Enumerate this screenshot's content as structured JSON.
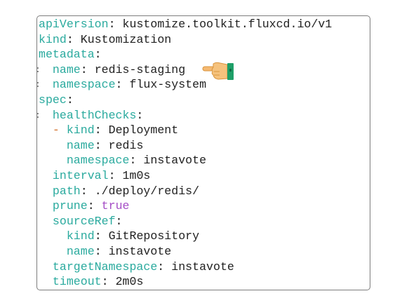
{
  "lines": [
    {
      "indent": "",
      "dash": "",
      "key": "apiVersion",
      "value": "kustomize.toolkit.fluxcd.io/v1",
      "value_type": "str"
    },
    {
      "indent": "",
      "dash": "",
      "key": "kind",
      "value": "Kustomization",
      "value_type": "str"
    },
    {
      "indent": "",
      "dash": "",
      "key": "metadata",
      "value": "",
      "value_type": "str"
    },
    {
      "indent": "  ",
      "dash": "",
      "key": "name",
      "value": "redis-staging",
      "value_type": "str"
    },
    {
      "indent": "  ",
      "dash": "",
      "key": "namespace",
      "value": "flux-system",
      "value_type": "str"
    },
    {
      "indent": "",
      "dash": "",
      "key": "spec",
      "value": "",
      "value_type": "str"
    },
    {
      "indent": "  ",
      "dash": "",
      "key": "healthChecks",
      "value": "",
      "value_type": "str"
    },
    {
      "indent": "  ",
      "dash": "- ",
      "key": "kind",
      "value": "Deployment",
      "value_type": "str"
    },
    {
      "indent": "    ",
      "dash": "",
      "key": "name",
      "value": "redis",
      "value_type": "str"
    },
    {
      "indent": "    ",
      "dash": "",
      "key": "namespace",
      "value": "instavote",
      "value_type": "str"
    },
    {
      "indent": "  ",
      "dash": "",
      "key": "interval",
      "value": "1m0s",
      "value_type": "str"
    },
    {
      "indent": "  ",
      "dash": "",
      "key": "path",
      "value": "./deploy/redis/",
      "value_type": "str"
    },
    {
      "indent": "  ",
      "dash": "",
      "key": "prune",
      "value": "true",
      "value_type": "bool"
    },
    {
      "indent": "  ",
      "dash": "",
      "key": "sourceRef",
      "value": "",
      "value_type": "str"
    },
    {
      "indent": "    ",
      "dash": "",
      "key": "kind",
      "value": "GitRepository",
      "value_type": "str"
    },
    {
      "indent": "    ",
      "dash": "",
      "key": "name",
      "value": "instavote",
      "value_type": "str"
    },
    {
      "indent": "  ",
      "dash": "",
      "key": "targetNamespace",
      "value": "instavote",
      "value_type": "str"
    },
    {
      "indent": "  ",
      "dash": "",
      "key": "timeout",
      "value": "2m0s",
      "value_type": "str"
    }
  ],
  "gutter_marks": [
    3,
    4,
    6
  ],
  "pointer_icon": "pointing-hand-icon",
  "colors": {
    "key": "#2aaa9e",
    "dash": "#d3722c",
    "value": "#1f1f1f",
    "bool": "#a54ec6",
    "border": "#7d7d7d"
  }
}
